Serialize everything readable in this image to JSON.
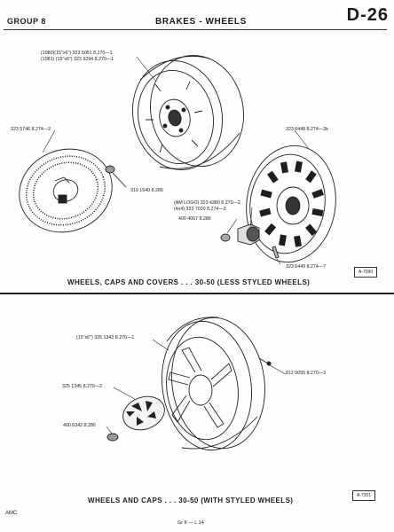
{
  "header": {
    "group": "GROUP 8",
    "title": "BRAKES - WHEELS",
    "section": "D-26"
  },
  "top": {
    "labels": [
      "(1980)(15\"x6\") 323 5051 8.270—1",
      "(1981) (15\"x6\") 323 9294 8.270—1",
      "323 5746 8.274—2",
      "319 1540 8.286",
      "323 6448 8.274—2b",
      "(AM LOGO) 323 4380 8.270—2",
      "(4x4) 323 7020 8.274—3",
      "400 4067 8.286",
      "323 6449 8.274—7"
    ],
    "ref": "A-7090",
    "caption": "WHEELS, CAPS AND COVERS . . . 30-50 (LESS STYLED WHEELS)"
  },
  "bottom": {
    "labels": [
      "(15\"x6\") 325 1342 8.270—1",
      "812 0055 8.270—3",
      "325 1345 8.270—2",
      "400 6342 8.286"
    ],
    "ref": "A-7201",
    "caption": "WHEELS AND CAPS . . . 30-50 (WITH STYLED WHEELS)"
  },
  "footer": {
    "left": "AMC",
    "center": "Gr 8 — L 14"
  }
}
